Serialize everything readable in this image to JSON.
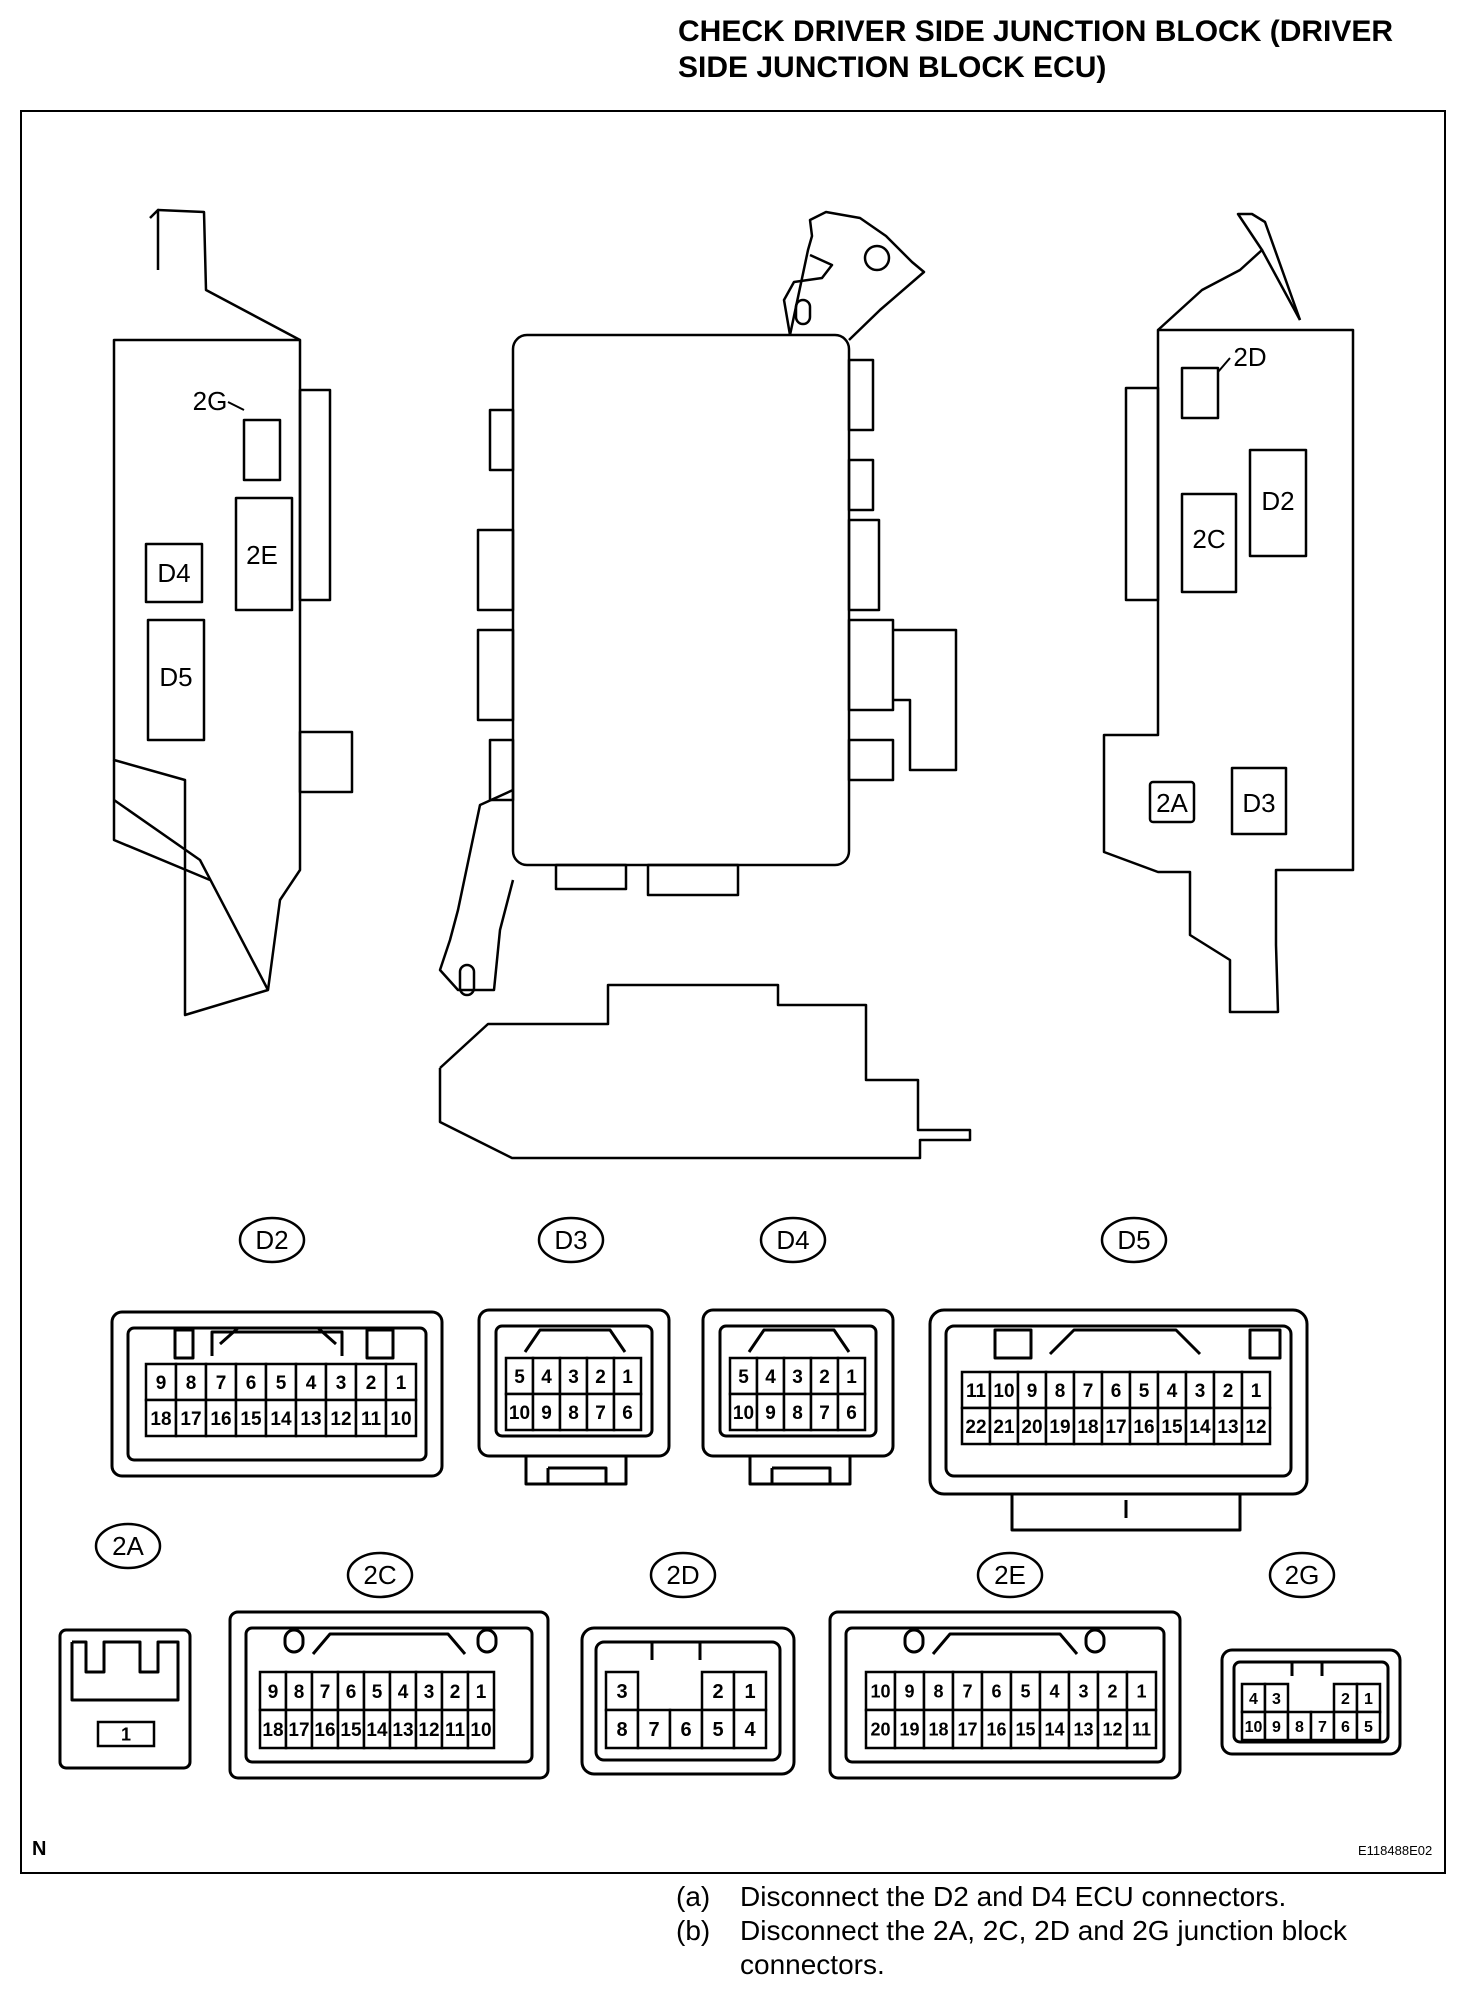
{
  "title": "CHECK DRIVER SIDE JUNCTION BLOCK (DRIVER SIDE JUNCTION BLOCK ECU)",
  "corner_label": "N",
  "figure_code": "E118488E02",
  "instructions": [
    {
      "label": "(a)",
      "text": "Disconnect the D2 and D4 ECU connectors."
    },
    {
      "label": "(b)",
      "text": "Disconnect the 2A, 2C, 2D and 2G junction block connectors."
    }
  ],
  "left_view_labels": {
    "c2g": "2G",
    "c2e": "2E",
    "d4": "D4",
    "d5": "D5"
  },
  "right_view_labels": {
    "c2d": "2D",
    "d2": "D2",
    "c2c": "2C",
    "c2a": "2A",
    "d3": "D3"
  },
  "connectors": {
    "d2": {
      "name": "D2",
      "top": [
        "9",
        "8",
        "7",
        "6",
        "5",
        "4",
        "3",
        "2",
        "1"
      ],
      "bottom": [
        "18",
        "17",
        "16",
        "15",
        "14",
        "13",
        "12",
        "11",
        "10"
      ]
    },
    "d3": {
      "name": "D3",
      "top": [
        "5",
        "4",
        "3",
        "2",
        "1"
      ],
      "bottom": [
        "10",
        "9",
        "8",
        "7",
        "6"
      ]
    },
    "d4": {
      "name": "D4",
      "top": [
        "5",
        "4",
        "3",
        "2",
        "1"
      ],
      "bottom": [
        "10",
        "9",
        "8",
        "7",
        "6"
      ]
    },
    "d5": {
      "name": "D5",
      "top": [
        "11",
        "10",
        "9",
        "8",
        "7",
        "6",
        "5",
        "4",
        "3",
        "2",
        "1"
      ],
      "bottom": [
        "22",
        "21",
        "20",
        "19",
        "18",
        "17",
        "16",
        "15",
        "14",
        "13",
        "12"
      ]
    },
    "c2a": {
      "name": "2A",
      "pin": "1"
    },
    "c2c": {
      "name": "2C",
      "top": [
        "9",
        "8",
        "7",
        "6",
        "5",
        "4",
        "3",
        "2",
        "1"
      ],
      "bottom": [
        "18",
        "17",
        "16",
        "15",
        "14",
        "13",
        "12",
        "11",
        "10"
      ]
    },
    "c2d": {
      "name": "2D",
      "top": [
        "3",
        "2",
        "1"
      ],
      "bottom": [
        "8",
        "7",
        "6",
        "5",
        "4"
      ]
    },
    "c2e": {
      "name": "2E",
      "top": [
        "10",
        "9",
        "8",
        "7",
        "6",
        "5",
        "4",
        "3",
        "2",
        "1"
      ],
      "bottom": [
        "20",
        "19",
        "18",
        "17",
        "16",
        "15",
        "14",
        "13",
        "12",
        "11"
      ]
    },
    "c2g": {
      "name": "2G",
      "top": [
        "4",
        "3",
        "2",
        "1"
      ],
      "bottom": [
        "10",
        "9",
        "8",
        "7",
        "6",
        "5"
      ]
    }
  }
}
